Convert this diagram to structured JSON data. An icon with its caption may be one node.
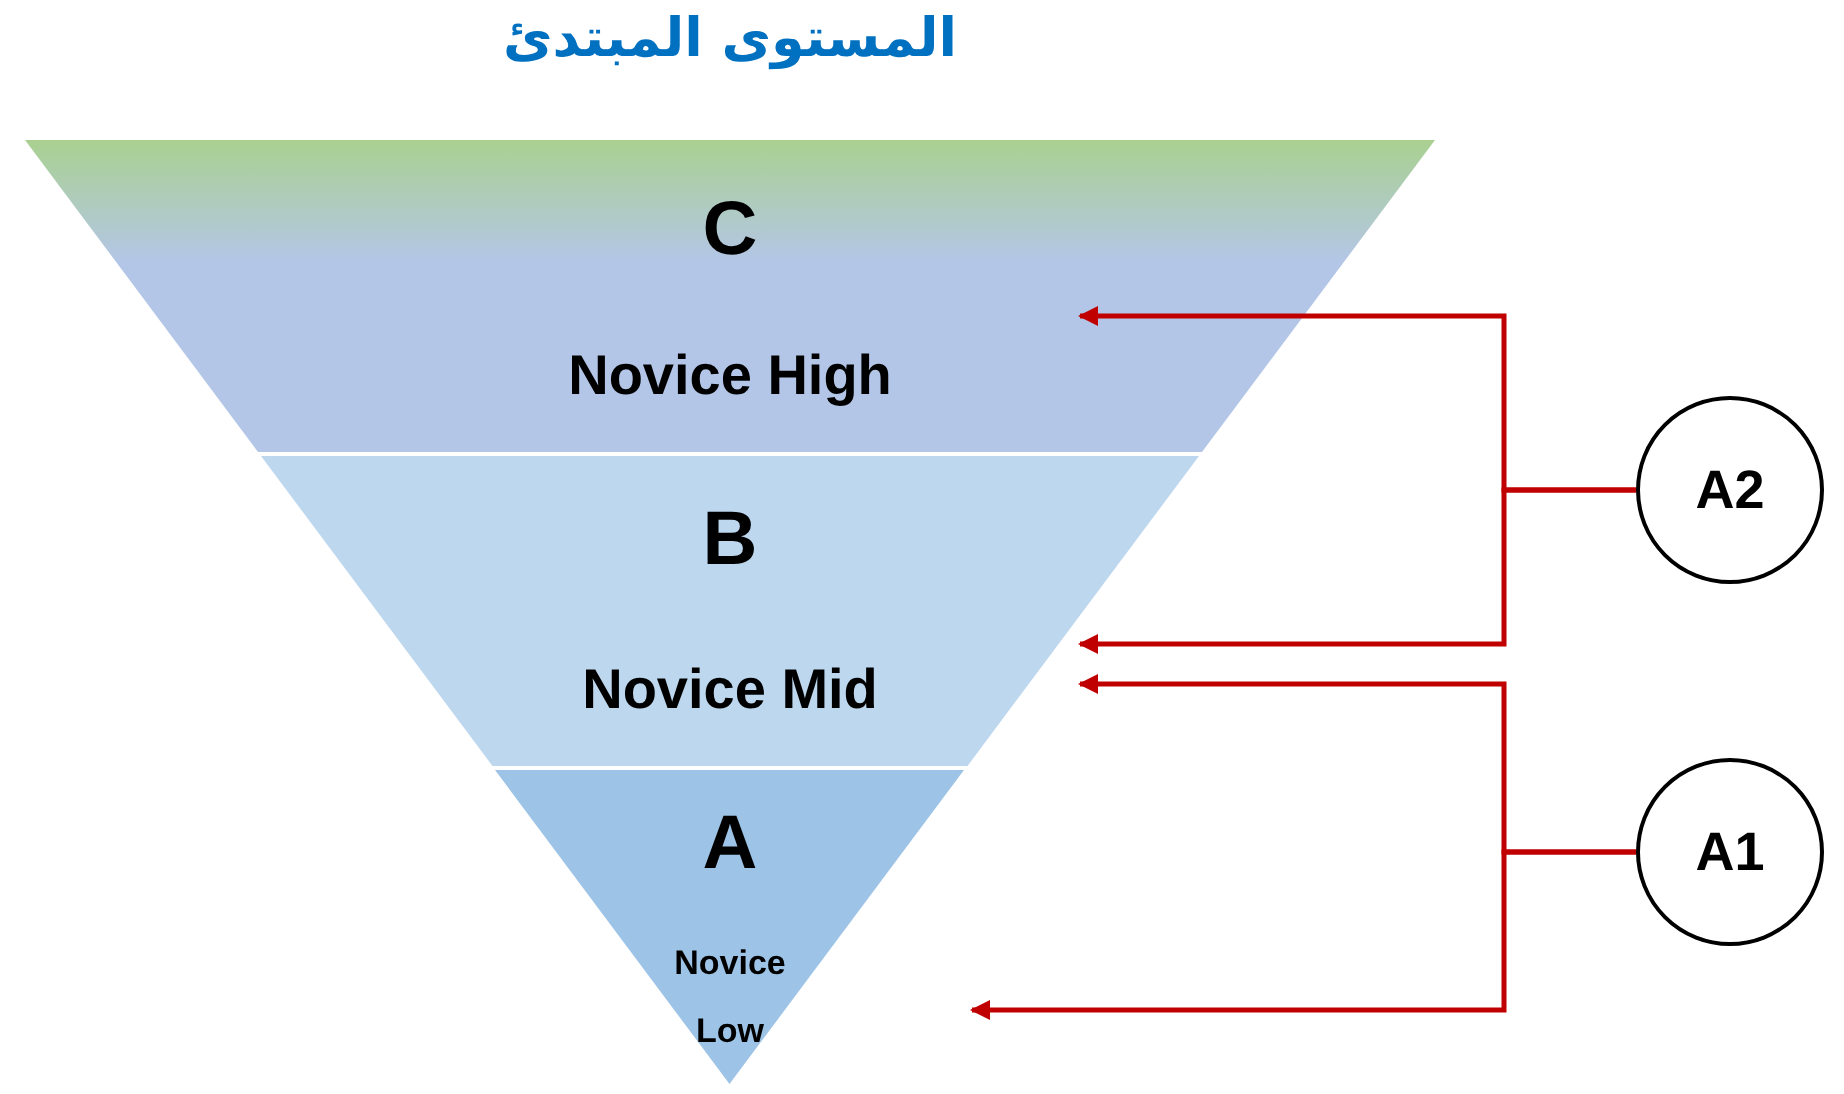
{
  "diagram": {
    "title": "المستوى المبتدئ",
    "nodes": [
      {
        "text": [
          "C",
          "Novice High"
        ]
      },
      {
        "text": [
          "B",
          "Novice Mid"
        ]
      },
      {
        "text": [
          "A",
          "Novice Low"
        ]
      },
      {
        "text": [
          "A2"
        ]
      },
      {
        "text": [
          "A1"
        ]
      }
    ],
    "edges": [
      {
        "from": 3,
        "to": 0,
        "arrow": "to"
      },
      {
        "from": 3,
        "to": 1,
        "arrow": "to"
      },
      {
        "from": 4,
        "to": 1,
        "arrow": "to"
      },
      {
        "from": 4,
        "to": 2,
        "arrow": "to"
      }
    ]
  }
}
